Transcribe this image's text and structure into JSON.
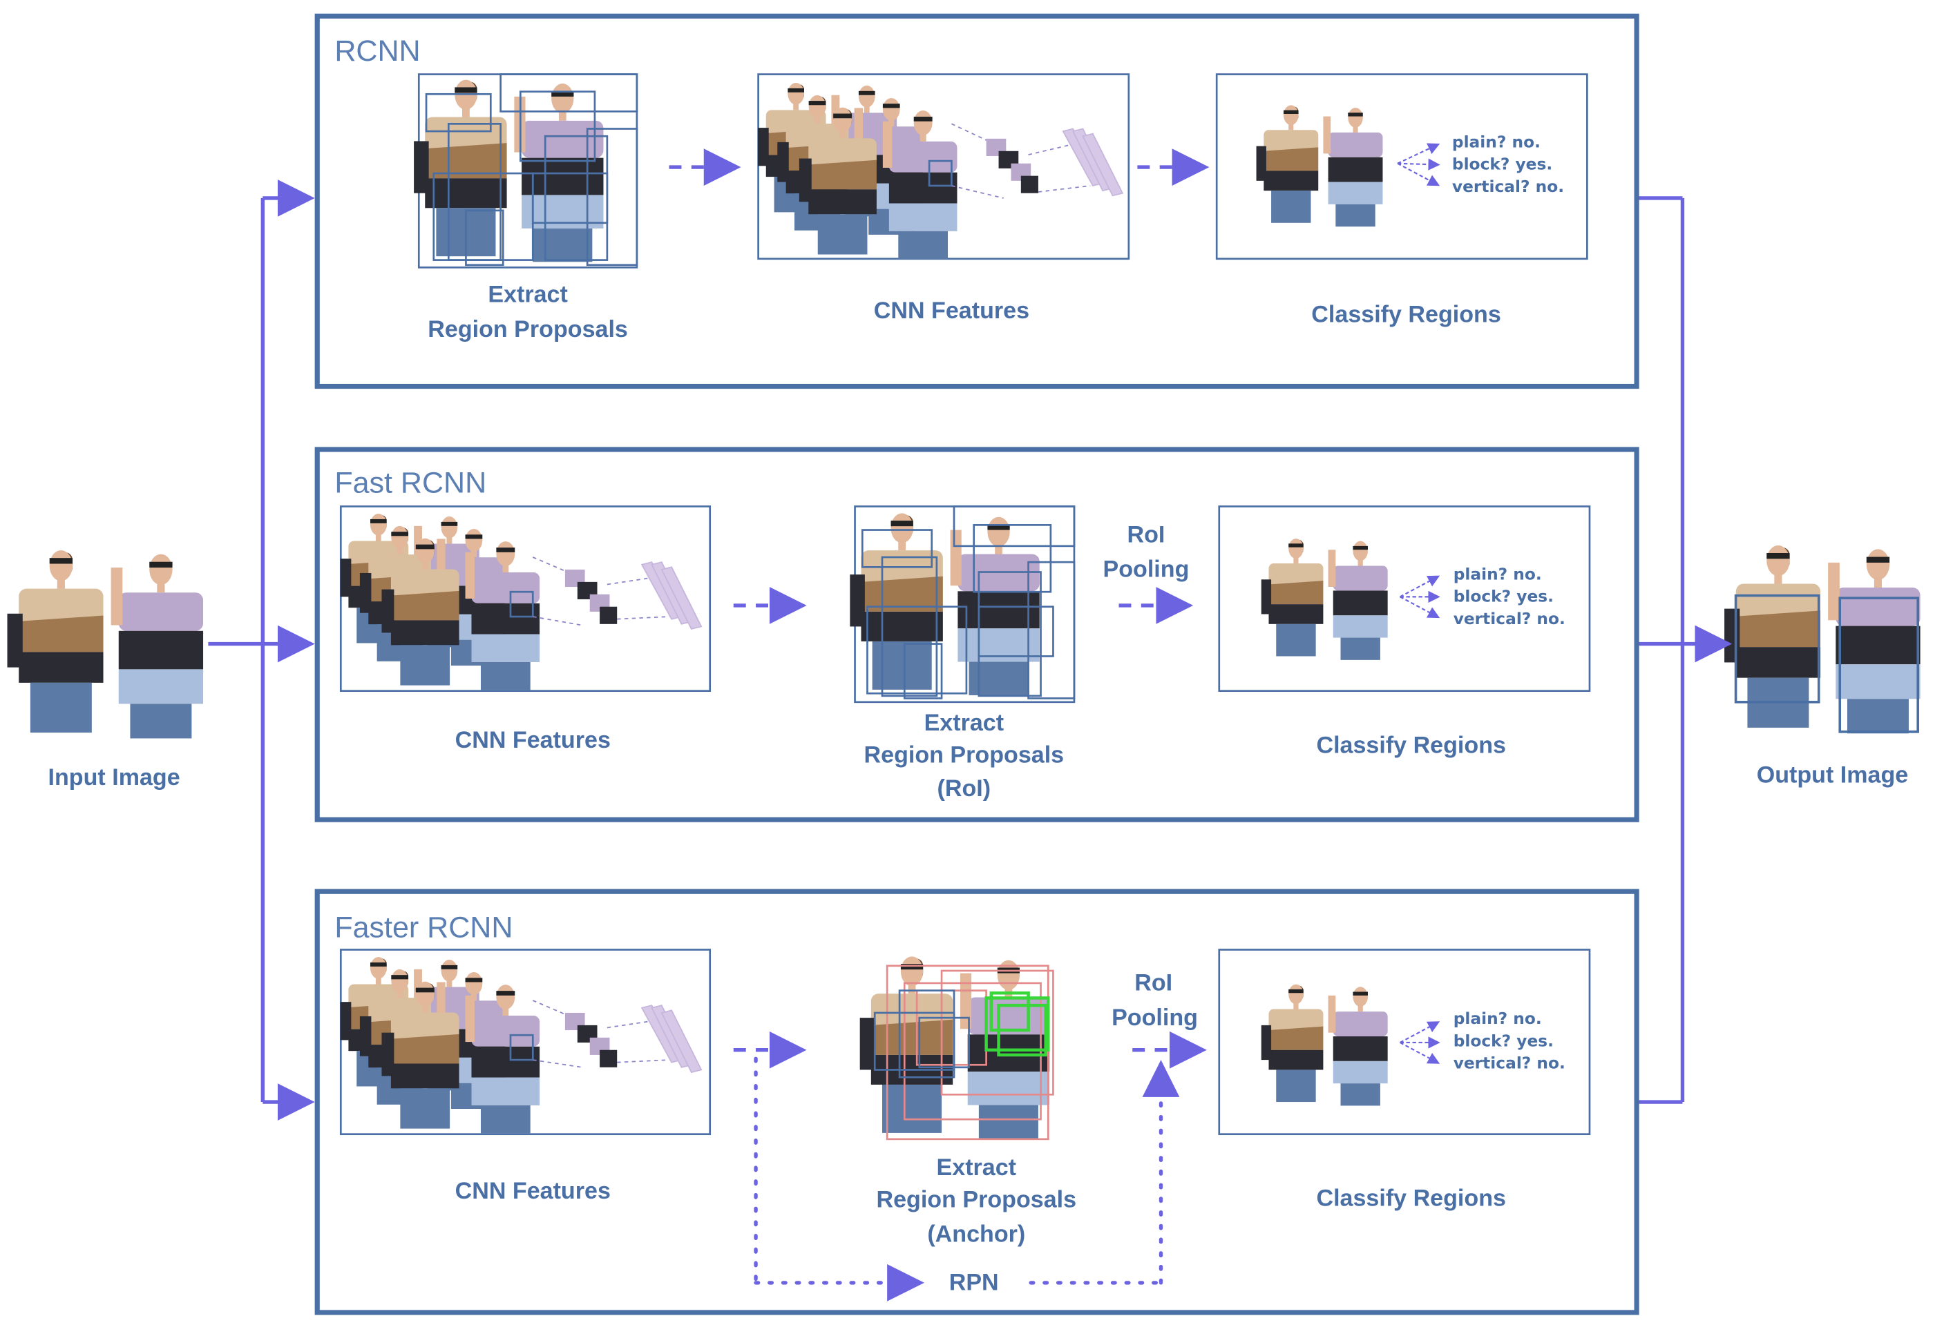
{
  "input": {
    "label": "Input Image"
  },
  "output": {
    "label": "Output Image"
  },
  "rcnn": {
    "title": "RCNN",
    "extract_line1": "Extract",
    "extract_line2": "Region Proposals",
    "cnn": "CNN Features",
    "classify": "Classify Regions",
    "q1": "plain? no.",
    "q2": "block? yes.",
    "q3": "vertical? no."
  },
  "fast": {
    "title": "Fast RCNN",
    "cnn": "CNN Features",
    "extract_line1": "Extract",
    "extract_line2": "Region Proposals",
    "extract_line3": "(RoI)",
    "roi_line1": "RoI",
    "roi_line2": "Pooling",
    "classify": "Classify Regions",
    "q1": "plain? no.",
    "q2": "block? yes.",
    "q3": "vertical? no."
  },
  "faster": {
    "title": "Faster RCNN",
    "cnn": "CNN Features",
    "extract_line1": "Extract",
    "extract_line2": "Region Proposals",
    "extract_line3": "(Anchor)",
    "roi_line1": "RoI",
    "roi_line2": "Pooling",
    "rpn": "RPN",
    "classify": "Classify Regions",
    "q1": "plain? no.",
    "q2": "block? yes.",
    "q3": "vertical? no."
  },
  "colors": {
    "frame": "#4a6fa5",
    "arrow": "#6b63e0",
    "tan": "#a0784f",
    "beige": "#d9bf9e",
    "dark": "#2b2b33",
    "lavender": "#b9a7cc",
    "light_blue": "#a9bedc",
    "jeans": "#5b7aa6",
    "skin": "#e2b79a",
    "hair": "#6b4a34",
    "anchor_red": "#e58a8a",
    "anchor_green": "#39d63a",
    "feature": "#d6c8e6"
  }
}
